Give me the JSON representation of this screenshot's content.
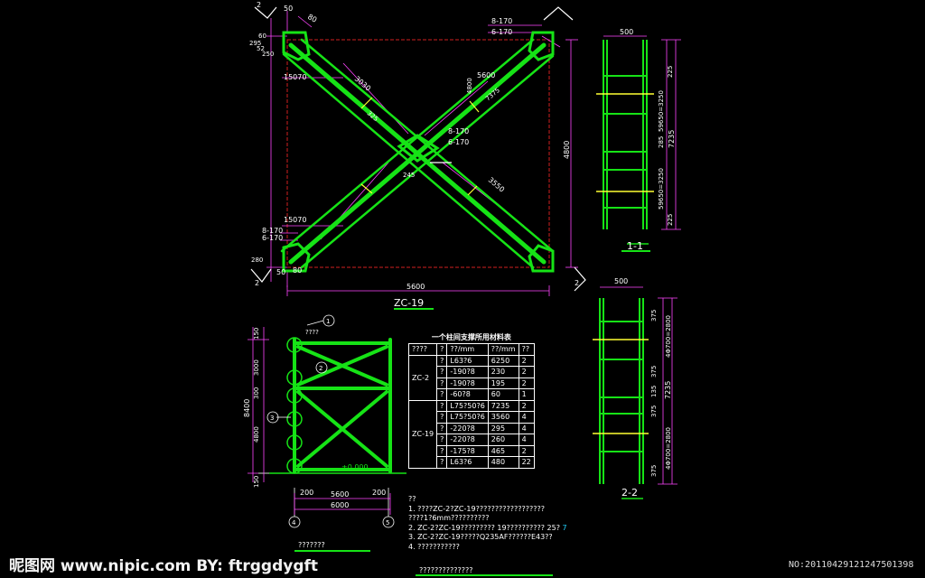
{
  "drawing": {
    "main_title": "ZC-19",
    "sec1_title": "1-1",
    "sec2_title": "2-2",
    "elev_level": "±0.000",
    "footer_label": "???????",
    "bottom_label": "??????????????"
  },
  "main_dims": {
    "d50_top": "50",
    "d80_top": "80",
    "d295": "295",
    "d52": "52",
    "d60": "60",
    "d250": "250",
    "d15070_top": "15070",
    "d15070_bot": "15070",
    "d3030": "3030",
    "d5600_diag": "5600",
    "d4800_diag": "4800",
    "d7375": "7375",
    "d3550": "3550",
    "d4800_right": "4800",
    "d5600_bottom": "5600",
    "d8_170_top": "8-170",
    "d6_170_top": "6-170",
    "d8_170_mid": "8-170",
    "d6_170_mid": "6-170",
    "d8_170_bl": "8-170",
    "d6_170_bl": "6-170",
    "d245": "245",
    "d325": "325",
    "d280": "280",
    "d50_bot": "50",
    "d80_bot": "80",
    "d2_top": "2",
    "d2_bot": "2",
    "d2_right": "2"
  },
  "sec1_dims": {
    "w500": "500",
    "a225": "225",
    "a59650": "59650=3250",
    "a285": "285",
    "a7235": "7235",
    "a59650b": "59650=3250",
    "a225b": "225"
  },
  "sec2_dims": {
    "w500": "500",
    "b375a": "375",
    "b4700": "4Φ700=2800",
    "b375b": "375",
    "b135": "135",
    "b375c": "375",
    "b7235": "7235",
    "b4700b": "4Φ700=2800",
    "b375d": "375"
  },
  "elev_dims": {
    "e150_top": "150",
    "e3000": "3000",
    "e300": "300",
    "e8400": "8400",
    "e4800": "4800",
    "e150_bot": "150",
    "e200_l": "200",
    "e5600": "5600",
    "e200_r": "200",
    "e6000": "6000",
    "axis4": "4",
    "axis5": "5",
    "bub1": "1",
    "bub2": "2",
    "bub3": "3",
    "qq": "????"
  },
  "table": {
    "caption": "一个柱间支撑所用材料表",
    "headers": [
      "????",
      "?",
      "??/mm",
      "??/mm",
      "??"
    ],
    "groups": [
      {
        "name": "ZC-2",
        "rows": [
          [
            "?",
            "L63?6",
            "6250",
            "2"
          ],
          [
            "?",
            "-190?8",
            "230",
            "2"
          ],
          [
            "?",
            "-190?8",
            "195",
            "2"
          ],
          [
            "?",
            "-60?8",
            "60",
            "1"
          ]
        ]
      },
      {
        "name": "ZC-19",
        "rows": [
          [
            "?",
            "L75?50?6",
            "7235",
            "2"
          ],
          [
            "?",
            "L75?50?6",
            "3560",
            "4"
          ],
          [
            "?",
            "-220?8",
            "295",
            "4"
          ],
          [
            "?",
            "-220?8",
            "260",
            "4"
          ],
          [
            "?",
            "-175?8",
            "465",
            "2"
          ],
          [
            "?",
            "L63?6",
            "480",
            "22"
          ]
        ]
      }
    ]
  },
  "notes": {
    "head": "??",
    "n1a": "1. ????ZC-2?ZC-19??????????????????",
    "n1b": "   ????1?6mm??????????",
    "n2": "2. ZC-2?ZC-19?????????   19??????????   25?",
    "n2_tail": "7",
    "n3": "3. ZC-2?ZC-19?????Q235AF??????E43??",
    "n4": "4. ???????????"
  },
  "watermark": {
    "left": "昵图网 www.nipic.com    BY: ftrggdygft",
    "right": "NO:20110429121247501398"
  },
  "colors": {
    "member": "#16e316",
    "frame": "#d02020",
    "dim": "#ff44ff",
    "bolt": "#ffff33"
  }
}
